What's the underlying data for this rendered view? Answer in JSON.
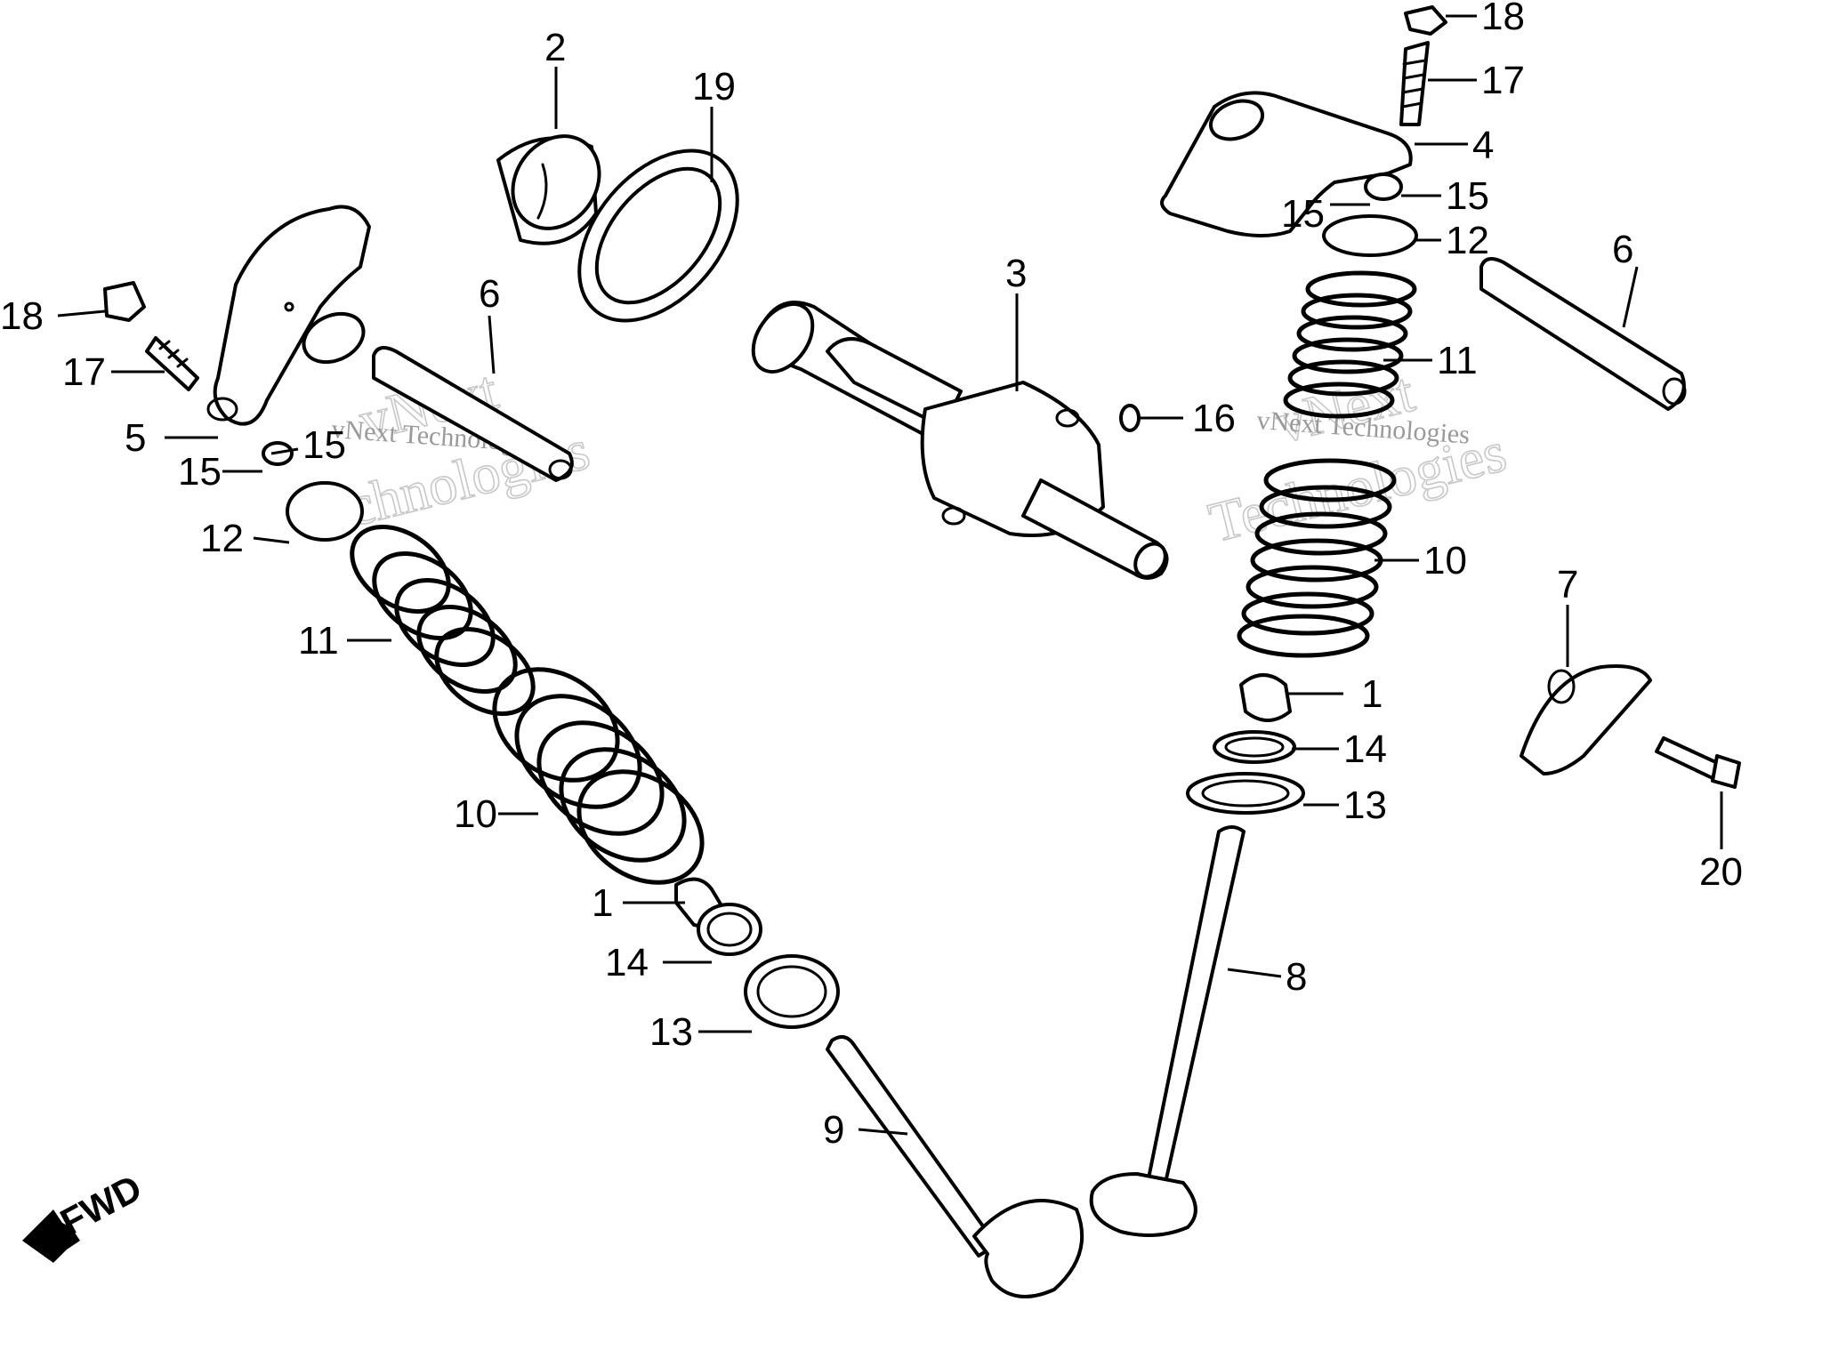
{
  "watermark": {
    "line1": "vNext",
    "line2": "Technologies",
    "small": "vNext Technologies"
  },
  "fwd_label": "FWD",
  "callouts": {
    "n1a": "1",
    "n1b": "1",
    "n2": "2",
    "n3": "3",
    "n4": "4",
    "n5": "5",
    "n6a": "6",
    "n6b": "6",
    "n7": "7",
    "n8": "8",
    "n9": "9",
    "n10a": "10",
    "n10b": "10",
    "n11a": "11",
    "n11b": "11",
    "n12a": "12",
    "n12b": "12",
    "n13a": "13",
    "n13b": "13",
    "n14a": "14",
    "n14b": "14",
    "n15a": "15",
    "n15b": "15",
    "n15c": "15",
    "n15d": "15",
    "n16": "16",
    "n17a": "17",
    "n17b": "17",
    "n18a": "18",
    "n18b": "18",
    "n19": "19",
    "n20": "20"
  },
  "colors": {
    "ink": "#000000",
    "paper": "#ffffff",
    "watermark": "#c8c8c8"
  }
}
